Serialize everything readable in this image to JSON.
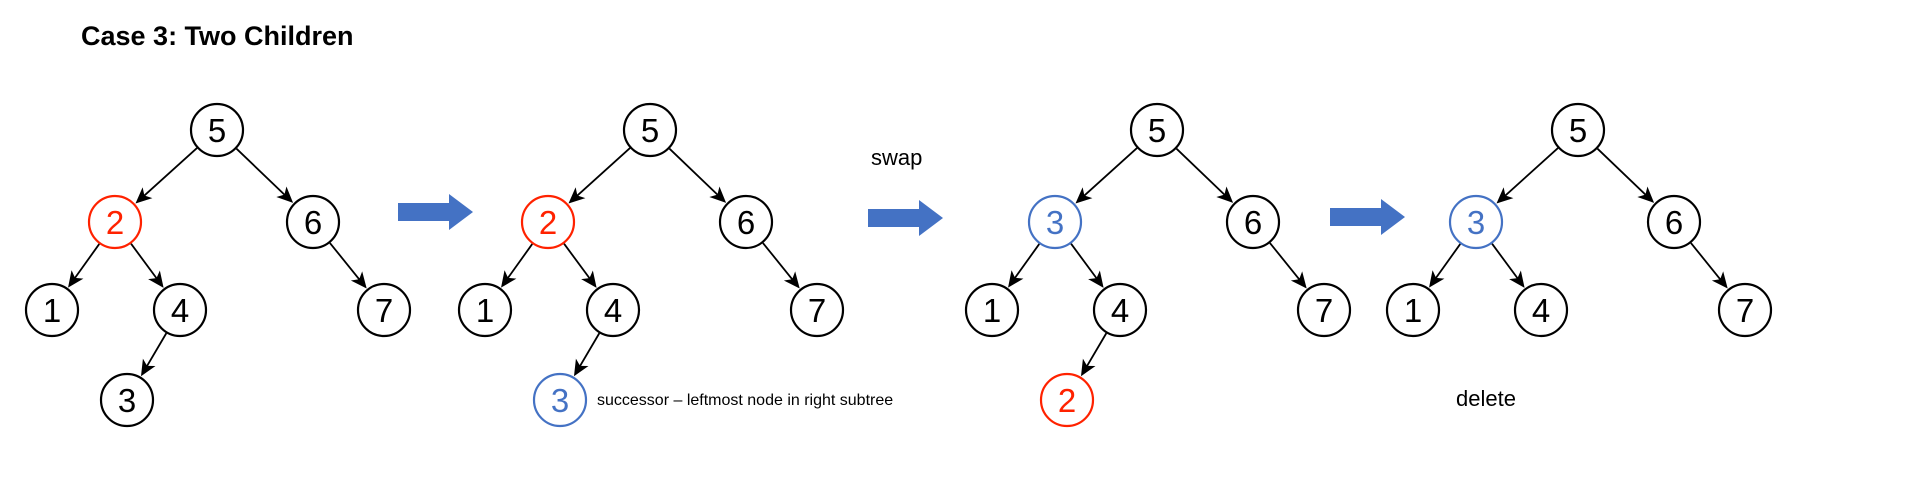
{
  "title": "Case 3: Two Children",
  "labels": {
    "swap": "swap",
    "delete": "delete",
    "successor_note": "successor – leftmost node in right subtree"
  },
  "colors": {
    "node_default": "#000000",
    "node_highlight_red": "#FF2200",
    "node_highlight_blue": "#4472C4",
    "edge": "#000000",
    "step_arrow": "#4472C4",
    "background": "#FFFFFF"
  },
  "icons": {
    "step_arrow": "block-arrow-right-icon"
  },
  "trees": [
    {
      "name": "initial",
      "nodes": [
        {
          "slot": "root",
          "value": "5",
          "color": "black"
        },
        {
          "slot": "L",
          "value": "2",
          "color": "red"
        },
        {
          "slot": "R",
          "value": "6",
          "color": "black"
        },
        {
          "slot": "LL",
          "value": "1",
          "color": "black"
        },
        {
          "slot": "LR",
          "value": "4",
          "color": "black"
        },
        {
          "slot": "RR",
          "value": "7",
          "color": "black"
        },
        {
          "slot": "LRL",
          "value": "3",
          "color": "black"
        }
      ],
      "edges": [
        [
          "root",
          "L"
        ],
        [
          "root",
          "R"
        ],
        [
          "L",
          "LL"
        ],
        [
          "L",
          "LR"
        ],
        [
          "R",
          "RR"
        ],
        [
          "LR",
          "LRL"
        ]
      ]
    },
    {
      "name": "successor-found",
      "nodes": [
        {
          "slot": "root",
          "value": "5",
          "color": "black"
        },
        {
          "slot": "L",
          "value": "2",
          "color": "red"
        },
        {
          "slot": "R",
          "value": "6",
          "color": "black"
        },
        {
          "slot": "LL",
          "value": "1",
          "color": "black"
        },
        {
          "slot": "LR",
          "value": "4",
          "color": "black"
        },
        {
          "slot": "RR",
          "value": "7",
          "color": "black"
        },
        {
          "slot": "LRL",
          "value": "3",
          "color": "blue"
        }
      ],
      "edges": [
        [
          "root",
          "L"
        ],
        [
          "root",
          "R"
        ],
        [
          "L",
          "LL"
        ],
        [
          "L",
          "LR"
        ],
        [
          "R",
          "RR"
        ],
        [
          "LR",
          "LRL"
        ]
      ]
    },
    {
      "name": "after-swap",
      "nodes": [
        {
          "slot": "root",
          "value": "5",
          "color": "black"
        },
        {
          "slot": "L",
          "value": "3",
          "color": "blue"
        },
        {
          "slot": "R",
          "value": "6",
          "color": "black"
        },
        {
          "slot": "LL",
          "value": "1",
          "color": "black"
        },
        {
          "slot": "LR",
          "value": "4",
          "color": "black"
        },
        {
          "slot": "RR",
          "value": "7",
          "color": "black"
        },
        {
          "slot": "LRL",
          "value": "2",
          "color": "red"
        }
      ],
      "edges": [
        [
          "root",
          "L"
        ],
        [
          "root",
          "R"
        ],
        [
          "L",
          "LL"
        ],
        [
          "L",
          "LR"
        ],
        [
          "R",
          "RR"
        ],
        [
          "LR",
          "LRL"
        ]
      ]
    },
    {
      "name": "after-delete",
      "nodes": [
        {
          "slot": "root",
          "value": "5",
          "color": "black"
        },
        {
          "slot": "L",
          "value": "3",
          "color": "blue"
        },
        {
          "slot": "R",
          "value": "6",
          "color": "black"
        },
        {
          "slot": "LL",
          "value": "1",
          "color": "black"
        },
        {
          "slot": "LR",
          "value": "4",
          "color": "black"
        },
        {
          "slot": "RR",
          "value": "7",
          "color": "black"
        }
      ],
      "edges": [
        [
          "root",
          "L"
        ],
        [
          "root",
          "R"
        ],
        [
          "L",
          "LL"
        ],
        [
          "L",
          "LR"
        ],
        [
          "R",
          "RR"
        ]
      ]
    }
  ]
}
